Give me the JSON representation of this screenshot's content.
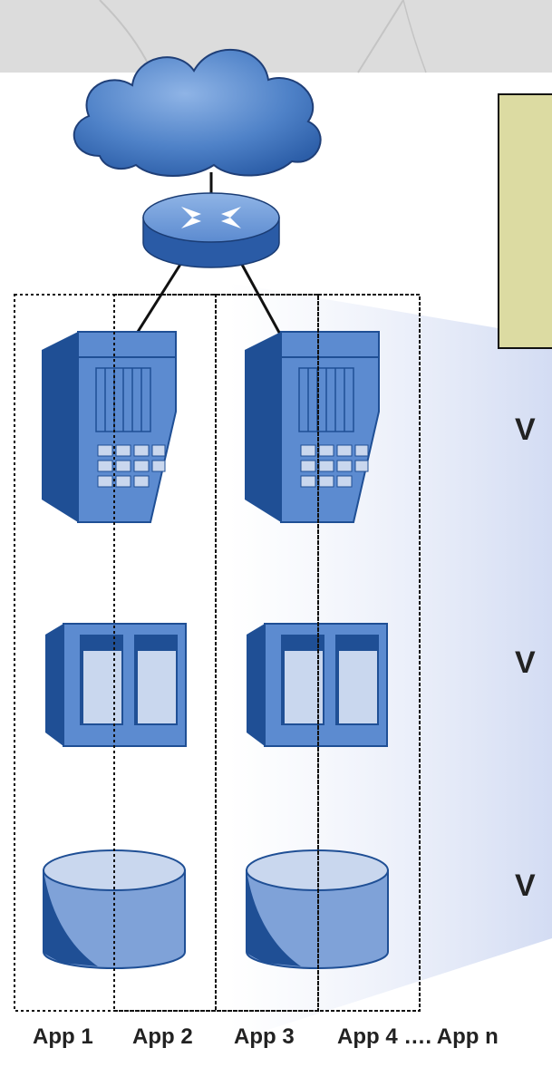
{
  "diagram": {
    "tier_labels": [
      "V",
      "V",
      "V"
    ],
    "app_labels": [
      "App 1",
      "App 2",
      "App 3",
      "App 4 …. App n"
    ],
    "icons": {
      "cloud": "cloud-icon",
      "router": "router-icon",
      "server": "server-tower-icon",
      "app_server": "application-server-icon",
      "database": "database-icon"
    },
    "colors": {
      "banner": "#dcdcdc",
      "cloud_fill": "#4f82c8",
      "device_dark": "#1f4f95",
      "device_mid": "#5c8bd0",
      "device_light": "#c9d7ee",
      "note_fill": "#dcdba2",
      "wedge_fill": "#d3dcf3",
      "outline": "#111111"
    }
  }
}
